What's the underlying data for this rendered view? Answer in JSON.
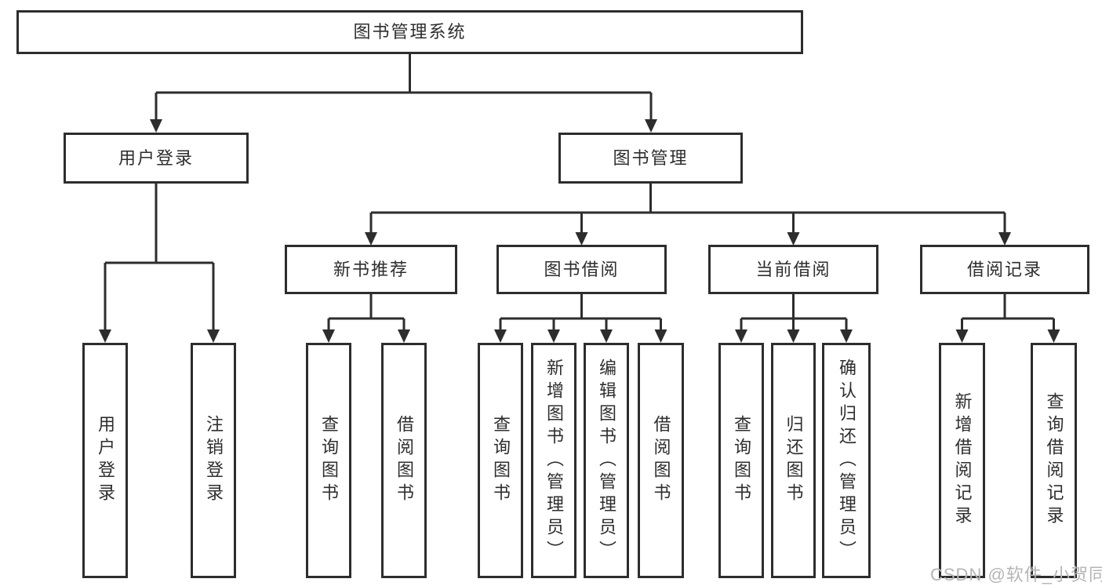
{
  "diagram_type": "hierarchy",
  "watermark": "CSDN @软件_小贺同学",
  "colors": {
    "line": "#2d2d2d",
    "box_fill": "#ffffff",
    "text": "#2e2e2e",
    "watermark": "#b5b5b5",
    "background": "#ffffff"
  },
  "tree": {
    "label": "图书管理系统",
    "children": [
      {
        "label": "用户登录",
        "children": [
          {
            "label": "用户登录"
          },
          {
            "label": "注销登录"
          }
        ]
      },
      {
        "label": "图书管理",
        "children": [
          {
            "label": "新书推荐",
            "children": [
              {
                "label": "查询图书"
              },
              {
                "label": "借阅图书"
              }
            ]
          },
          {
            "label": "图书借阅",
            "children": [
              {
                "label": "查询图书"
              },
              {
                "label": "新增图书（管理员）"
              },
              {
                "label": "编辑图书（管理员）"
              },
              {
                "label": "借阅图书"
              }
            ]
          },
          {
            "label": "当前借阅",
            "children": [
              {
                "label": "查询图书"
              },
              {
                "label": "归还图书"
              },
              {
                "label": "确认归还（管理员）"
              }
            ]
          },
          {
            "label": "借阅记录",
            "children": [
              {
                "label": "新增借阅记录"
              },
              {
                "label": "查询借阅记录"
              }
            ]
          }
        ]
      }
    ]
  }
}
